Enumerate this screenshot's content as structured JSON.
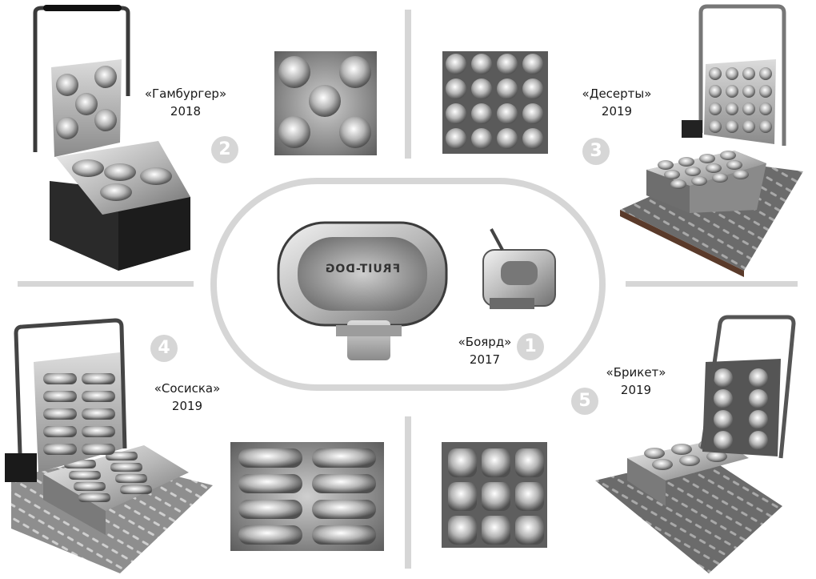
{
  "colors": {
    "divider": "#d6d6d6",
    "badge": "#d6d6d6",
    "metal_light": "#e4e4e4",
    "metal_mid": "#a8a8a8",
    "metal_dark": "#4a4a4a",
    "base_dark": "#2e2e2e"
  },
  "items": [
    {
      "number": "1",
      "name": "«Боярд»",
      "year": "2017",
      "icon": "oval-sausage-mold-icon"
    },
    {
      "number": "2",
      "name": "«Гамбургер»",
      "year": "2018",
      "icon": "round-hamburger-mold-icon"
    },
    {
      "number": "3",
      "name": "«Десерты»",
      "year": "2019",
      "icon": "dessert-mold-icon"
    },
    {
      "number": "4",
      "name": "«Сосиска»",
      "year": "2019",
      "icon": "sausage-mold-icon"
    },
    {
      "number": "5",
      "name": "«Брикет»",
      "year": "2019",
      "icon": "briquette-mold-icon"
    }
  ],
  "embossed": {
    "boyard_mold": "FRUIT-DOG"
  }
}
